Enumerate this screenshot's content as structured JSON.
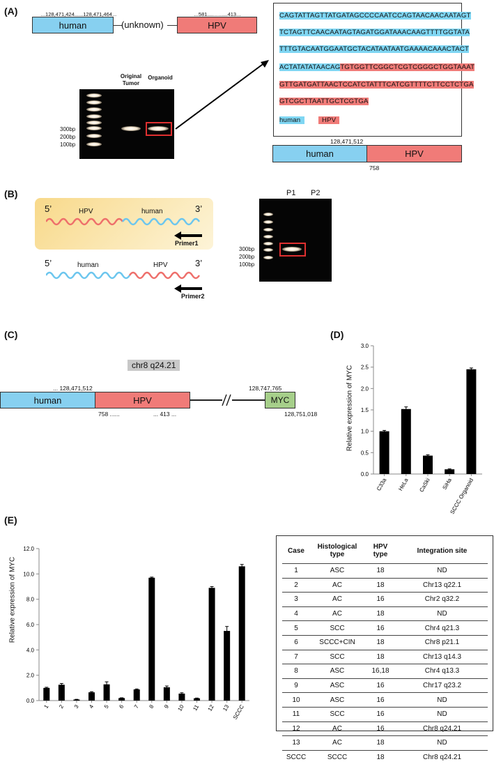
{
  "panelA": {
    "label": "(A)",
    "human_coords": "...128,471,424......128,471,464...",
    "human": "human",
    "unknown": "(unknown)",
    "hpv_coords": "...581..............413...",
    "hpv": "HPV",
    "lane1": "Original\nTumor",
    "lane2": "Organoid",
    "ladder": [
      "300bp",
      "200bp",
      "100bp"
    ],
    "seq_lines": [
      {
        "blue": "CAGTATTAGTTATGATAGCCCCAATCCAGTAACAACAATAGT",
        "red": ""
      },
      {
        "blue": "TCTAGTTCAACAATAGTAGATGGATAAACAAGTTTTGGTATA",
        "red": ""
      },
      {
        "blue": "TTTGTACAATGGAATGCTACATAATAATGAAAACAAACTACT",
        "red": ""
      },
      {
        "blue": "ACTATATATAACAG",
        "red": "TGTGGTTCGGCTCGTCGGGCTGGTAAAT"
      },
      {
        "blue": "",
        "red": "GTTGATGATTAACTCCATCTATTTCATCGTTTTCTTCCTCTGA"
      },
      {
        "blue": "",
        "red": "GTCGCTTAATTGCTCGTGA"
      }
    ],
    "legend_human": "human",
    "legend_hpv": "HPV",
    "junction_human": "128,471,512",
    "junction_hpv": "758",
    "bar_human": "human",
    "bar_hpv": "HPV"
  },
  "panelB": {
    "label": "(B)",
    "five": "5’",
    "three": "3’",
    "top_hpv": "HPV",
    "top_human": "human",
    "primer1": "Primer1",
    "bot_human": "human",
    "bot_hpv": "HPV",
    "primer2": "Primer2",
    "p1": "P1",
    "p2": "P2",
    "ladder": [
      "300bp",
      "200bp",
      "100bp"
    ]
  },
  "panelC": {
    "label": "(C)",
    "chr": "chr8 q24.21",
    "human_coord": "... 128,471,512",
    "human": "human",
    "hpv": "HPV",
    "hpv_left": "758 ......",
    "hpv_right": "... 413 ...",
    "myc_start": "128,747,765",
    "myc": "MYC",
    "myc_end": "128,751,018"
  },
  "panelD": {
    "label": "(D)",
    "ylabel": "Relative expression of  MYC",
    "yticks": [
      "3.0",
      "2.5",
      "2.0",
      "1.5",
      "1.0",
      "0.5",
      "0.0"
    ]
  },
  "panelE": {
    "label": "(E)",
    "ylabel": "Relative expression of MYC",
    "yticks": [
      "12.0",
      "10.0",
      "8.0",
      "6.0",
      "4.0",
      "2.0",
      "0.0"
    ],
    "table_headers": [
      "Case",
      "Histological\ntype",
      "HPV\ntype",
      "Integration site"
    ],
    "table_rows": [
      [
        "1",
        "ASC",
        "18",
        "ND"
      ],
      [
        "2",
        "AC",
        "18",
        "Chr13 q22.1"
      ],
      [
        "3",
        "AC",
        "16",
        "Chr2 q32.2"
      ],
      [
        "4",
        "AC",
        "18",
        "ND"
      ],
      [
        "5",
        "SCC",
        "16",
        "Chr4 q21.3"
      ],
      [
        "6",
        "SCCC+CIN",
        "18",
        "Chr8 p21.1"
      ],
      [
        "7",
        "SCC",
        "18",
        "Chr13 q14.3"
      ],
      [
        "8",
        "ASC",
        "16,18",
        "Chr4 q13.3"
      ],
      [
        "9",
        "ASC",
        "16",
        "Chr17 q23.2"
      ],
      [
        "10",
        "ASC",
        "16",
        "ND"
      ],
      [
        "11",
        "SCC",
        "16",
        "ND"
      ],
      [
        "12",
        "AC",
        "16",
        "Chr8 q24.21"
      ],
      [
        "13",
        "AC",
        "18",
        "ND"
      ],
      [
        "SCCC",
        "SCCC",
        "18",
        "Chr8 q24.21"
      ]
    ]
  },
  "chart_data": [
    {
      "type": "bar",
      "categories": [
        "C33a",
        "HeLa",
        "CaSki",
        "SiHa",
        "SCCC Organoid"
      ],
      "values": [
        1.0,
        1.52,
        0.43,
        0.11,
        2.45
      ],
      "errors": [
        0.02,
        0.05,
        0.02,
        0.01,
        0.03
      ],
      "ylabel": "Relative expression of  MYC",
      "ylim": [
        0,
        3.0
      ],
      "grid": false
    },
    {
      "type": "bar",
      "categories": [
        "1",
        "2",
        "3",
        "4",
        "5",
        "6",
        "7",
        "8",
        "9",
        "10",
        "11",
        "12",
        "13",
        "SCCC"
      ],
      "values": [
        1.0,
        1.25,
        0.08,
        0.65,
        1.28,
        0.2,
        0.88,
        9.7,
        1.05,
        0.55,
        0.18,
        8.9,
        5.5,
        10.6
      ],
      "errors": [
        0.05,
        0.1,
        0.02,
        0.05,
        0.2,
        0.02,
        0.04,
        0.05,
        0.1,
        0.07,
        0.02,
        0.1,
        0.35,
        0.15
      ],
      "ylabel": "Relative expression of MYC",
      "ylim": [
        0,
        12.0
      ],
      "grid": false
    }
  ]
}
